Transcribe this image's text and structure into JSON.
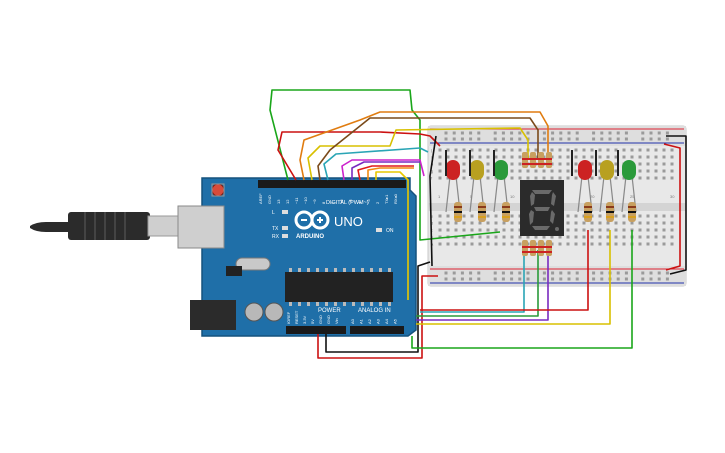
{
  "arduino": {
    "brand": "ARDUINO",
    "model": "UNO",
    "digital_label": "DIGITAL (PWM~)",
    "power_label": "POWER",
    "analog_label": "ANALOG IN",
    "on_label": "ON",
    "l_label": "L",
    "tx_label": "TX",
    "rx_label": "RX",
    "power_pins": [
      "IOREF",
      "RESET",
      "3.3V",
      "5V",
      "GND",
      "GND",
      "Vin"
    ],
    "analog_pins": [
      "A0",
      "A1",
      "A2",
      "A3",
      "A4",
      "A5"
    ],
    "digital_pins": [
      "AREF",
      "GND",
      "13",
      "12",
      "~11",
      "~10",
      "~9",
      "8",
      "7",
      "~6",
      "~5",
      "4",
      "~3",
      "2",
      "TX▸1",
      "RX◂0"
    ]
  },
  "breadboard": {
    "row_letters_top": [
      "j",
      "i",
      "h",
      "g",
      "f"
    ],
    "row_letters_bottom": [
      "e",
      "d",
      "c",
      "b",
      "a"
    ],
    "column_numbers": [
      "1",
      "5",
      "10",
      "15",
      "20",
      "25",
      "30"
    ]
  },
  "display": {
    "digit": "8"
  },
  "colors": {
    "board": "#1f6fa8",
    "breadboard": "#e8e8e8",
    "red_led": "#cc2222",
    "yellow_led": "#b8a020",
    "green_led": "#2a9a3a",
    "segment_display": "#2b2b2b"
  }
}
